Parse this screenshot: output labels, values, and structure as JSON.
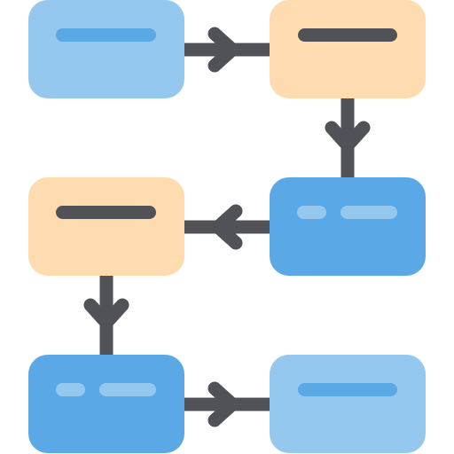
{
  "diagram": {
    "type": "flowchart",
    "colors": {
      "light_blue": "#94c8ef",
      "peach": "#fedcaf",
      "blue": "#5aa8e6",
      "bar_dark": "#515257",
      "bar_blue": "#5aa8e6",
      "bar_light": "#94c8ef",
      "arrow": "#515257"
    },
    "nodes": [
      {
        "id": "node-1",
        "fill": "light_blue",
        "label_bars": [
          "bar_blue"
        ]
      },
      {
        "id": "node-2",
        "fill": "peach",
        "label_bars": [
          "bar_dark"
        ]
      },
      {
        "id": "node-3",
        "fill": "blue",
        "label_bars": [
          "bar_light",
          "bar_light"
        ]
      },
      {
        "id": "node-4",
        "fill": "peach",
        "label_bars": [
          "bar_dark"
        ]
      },
      {
        "id": "node-5",
        "fill": "blue",
        "label_bars": [
          "bar_light",
          "bar_light"
        ]
      },
      {
        "id": "node-6",
        "fill": "light_blue",
        "label_bars": [
          "bar_blue"
        ]
      }
    ],
    "edges": [
      {
        "from": "node-1",
        "to": "node-2",
        "direction": "right"
      },
      {
        "from": "node-2",
        "to": "node-3",
        "direction": "down"
      },
      {
        "from": "node-3",
        "to": "node-4",
        "direction": "left"
      },
      {
        "from": "node-4",
        "to": "node-5",
        "direction": "down"
      },
      {
        "from": "node-5",
        "to": "node-6",
        "direction": "right"
      }
    ]
  }
}
